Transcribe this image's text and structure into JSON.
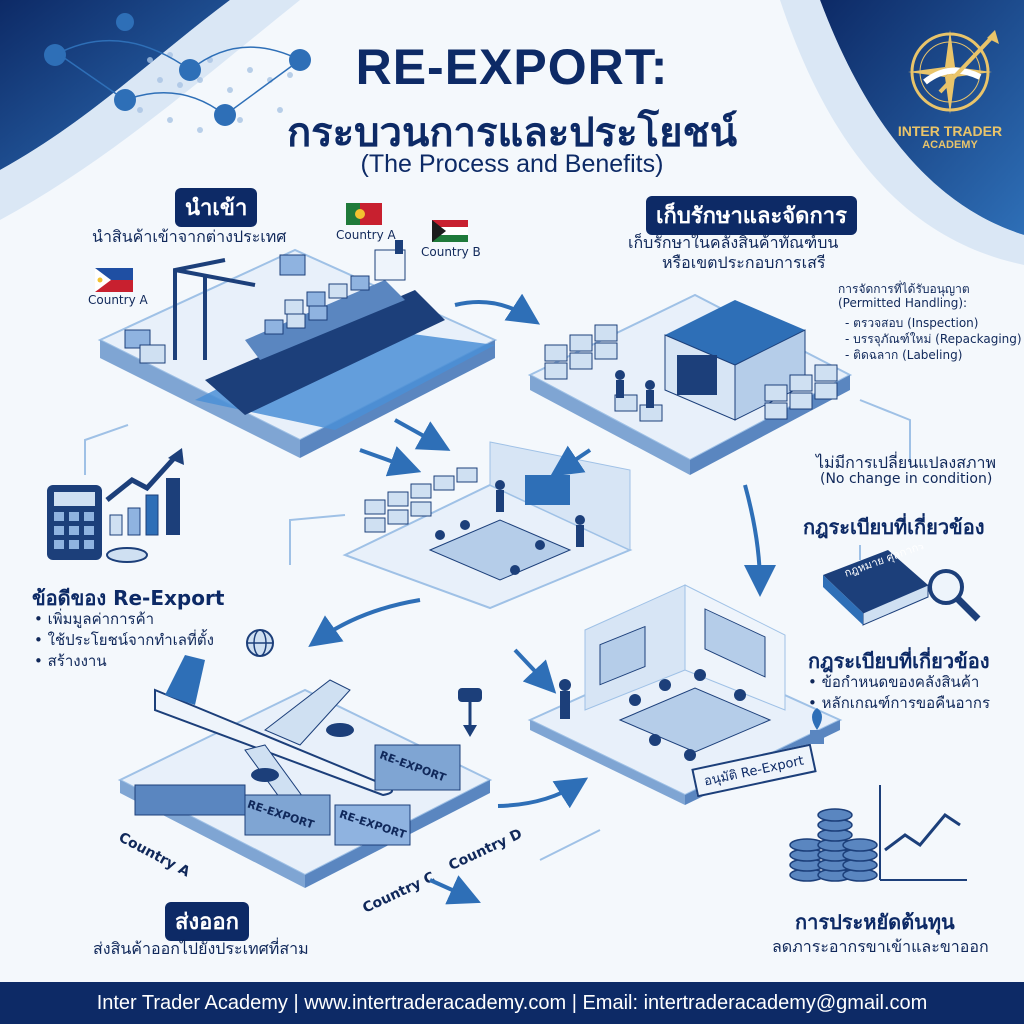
{
  "title": {
    "line1": "RE-EXPORT:",
    "line2": "กระบวนการและประโยชน์",
    "line3": "(The Process and Benefits)"
  },
  "logo": {
    "line1": "INTER TRADER",
    "line2": "ACADEMY"
  },
  "import": {
    "tag": "นำเข้า",
    "desc": "นำสินค้าเข้าจากต่างประเทศ",
    "country_a_left": "Country A",
    "country_a_flag": "Country A",
    "country_b_flag": "Country B"
  },
  "storage": {
    "tag": "เก็บรักษาและจัดการ",
    "desc1": "เก็บรักษาในคลังสินค้าทัณฑ์บน",
    "desc2": "หรือเขตประกอบการเสรี",
    "permitted_title": "การจัดการที่ได้รับอนุญาต",
    "permitted_sub": "(Permitted Handling):",
    "items": [
      "- ตรวจสอบ (Inspection)",
      "- บรรจุภัณฑ์ใหม่ (Repackaging)",
      "- ติดฉลาก (Labeling)"
    ],
    "no_change_th": "ไม่มีการเปลี่ยนแปลงสภาพ",
    "no_change_en": "(No change in condition)"
  },
  "advantages": {
    "heading": "ข้อดีของ Re-Export",
    "items": [
      "• เพิ่มมูลค่าการค้า",
      "• ใช้ประโยชน์จากทำเลที่ตั้ง",
      "• สร้างงาน"
    ]
  },
  "regulations": {
    "heading_top": "กฎระเบียบที่เกี่ยวข้อง",
    "book_label": "กฎหมาย ศุลกากร",
    "heading": "กฎระเบียบที่เกี่ยวข้อง",
    "items": [
      "• ข้อกำหนดของคลังสินค้า",
      "• หลักเกณฑ์การขอคืนอากร"
    ]
  },
  "office": {
    "stamp": "อนุมัติ Re-Export"
  },
  "export": {
    "tag": "ส่งออก",
    "desc": "ส่งสินค้าออกไปยังประเทศที่สาม",
    "country_a": "Country A",
    "country_c": "Country C",
    "country_d": "Country D",
    "container1": "RE-EXPORT",
    "container2": "RE-EXPORT",
    "container3": "RE-EXPORT"
  },
  "savings": {
    "heading": "การประหยัดต้นทุน",
    "desc": "ลดภาระอากรขาเข้าและขาออก"
  },
  "footer": {
    "text": "Inter Trader Academy | www.intertraderacademy.com | Email: intertraderacademy@gmail.com"
  },
  "colors": {
    "navy": "#0d2a66",
    "blue": "#2e6fb7",
    "light": "#cfe0f2",
    "gold": "#e9c46a"
  }
}
